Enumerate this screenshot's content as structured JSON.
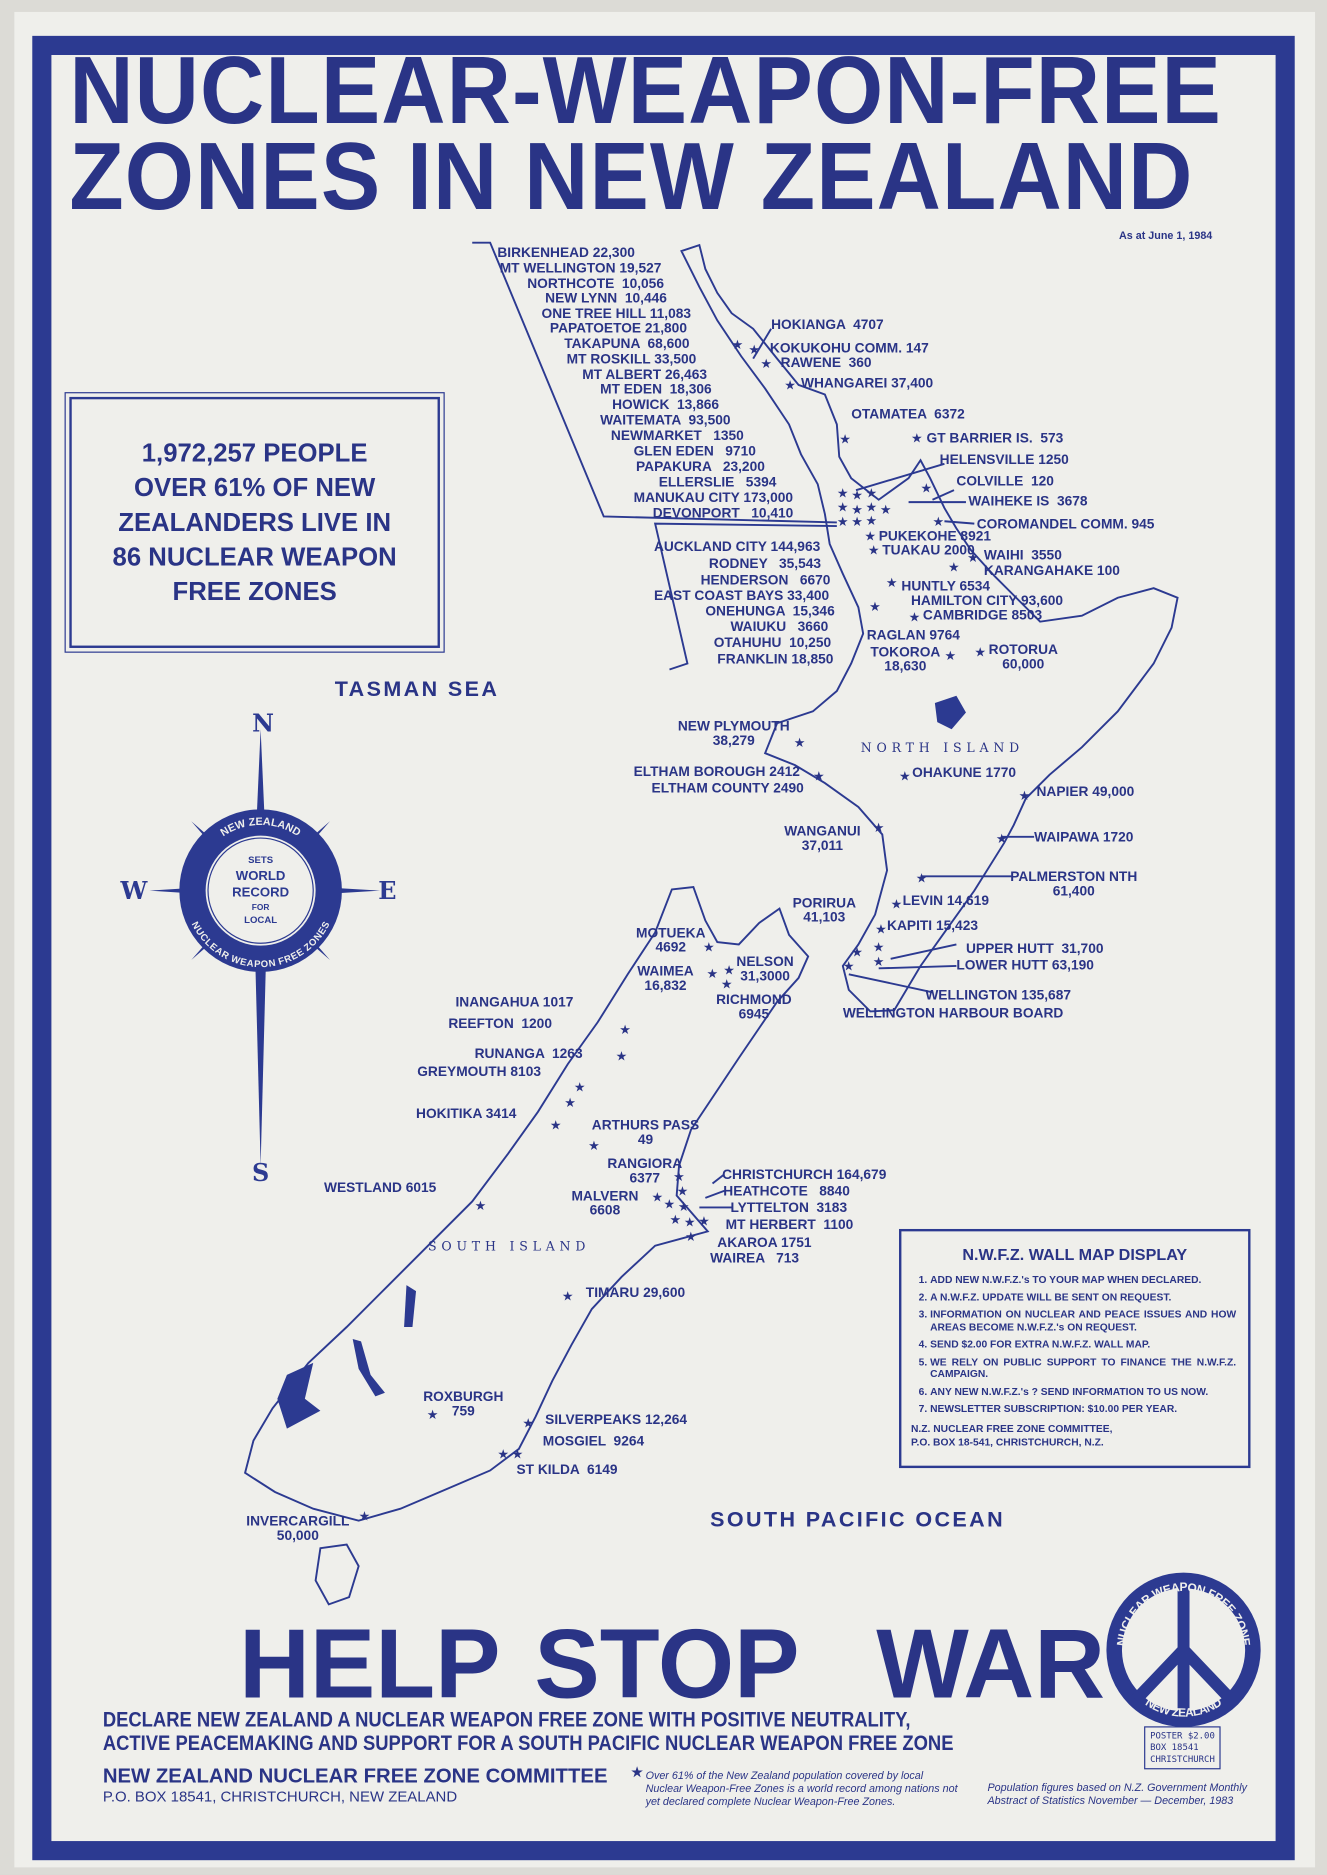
{
  "title": {
    "line1": "NUCLEAR-WEAPON-FREE",
    "line2": "ZONES IN NEW ZEALAND"
  },
  "date": "As at June 1, 1984",
  "stats_box": [
    "1,972,257 PEOPLE",
    "OVER 61% OF NEW",
    "ZEALANDERS LIVE IN",
    "86 NUCLEAR WEAPON",
    "FREE ZONES"
  ],
  "compass": {
    "n": "N",
    "s": "S",
    "e": "E",
    "w": "W",
    "ring_top": "NEW ZEALAND",
    "ring_bottom": "NUCLEAR WEAPON FREE ZONES",
    "center": [
      "SETS",
      "WORLD",
      "RECORD",
      "FOR",
      "LOCAL"
    ]
  },
  "regions": {
    "tasman": "TASMAN SEA",
    "north": "NORTH ISLAND",
    "south": "SOUTH ISLAND",
    "pacific": "SOUTH PACIFIC OCEAN"
  },
  "labels": [
    "BIRKENHEAD 22,300",
    "MT WELLINGTON 19,527",
    "NORTHCOTE  10,056",
    "NEW LYNN  10,446",
    "ONE TREE HILL 11,083",
    "PAPATOETOE 21,800",
    "TAKAPUNA  68,600",
    "MT ROSKILL 33,500",
    "MT ALBERT 26,463",
    "MT EDEN  18,306",
    "HOWICK  13,866",
    "WAITEMATA  93,500",
    "NEWMARKET   1350",
    "GLEN EDEN   9710",
    "PAPAKURA   23,200",
    "ELLERSLIE   5394",
    "MANUKAU CITY 173,000",
    "DEVONPORT   10,410",
    "AUCKLAND CITY 144,963",
    "RODNEY   35,543",
    "HENDERSON   6670",
    "EAST COAST BAYS 33,400",
    "ONEHUNGA  15,346",
    "WAIUKU   3660",
    "OTAHUHU  10,250",
    "FRANKLIN 18,850",
    "HOKIANGA  4707",
    "KOKUKOHU COMM. 147",
    "RAWENE  360",
    "WHANGAREI 37,400",
    "OTAMATEA  6372",
    "GT BARRIER IS.  573",
    "HELENSVILLE 1250",
    "COLVILLE  120",
    "WAIHEKE IS  3678",
    "COROMANDEL COMM. 945",
    "PUKEKOHE 8921",
    "TUAKAU 2000",
    "WAIHI  3550",
    "KARANGAHAKE 100",
    "HUNTLY 6534",
    "HAMILTON CITY 93,600",
    "CAMBRIDGE 8503",
    "RAGLAN 9764",
    "TOKOROA\n18,630",
    "ROTORUA\n60,000",
    "NEW PLYMOUTH\n38,279",
    "ELTHAM BOROUGH 2412",
    "ELTHAM COUNTY 2490",
    "OHAKUNE 1770",
    "NAPIER 49,000",
    "WANGANUI\n37,011",
    "WAIPAWA 1720",
    "PALMERSTON NTH\n61,400",
    "PORIRUA\n41,103",
    "LEVIN 14,619",
    "KAPITI 15,423",
    "UPPER HUTT  31,700",
    "LOWER HUTT 63,190",
    "WELLINGTON 135,687",
    "WELLINGTON HARBOUR BOARD",
    "MOTUEKA\n4692",
    "WAIMEA\n16,832",
    "NELSON\n31,3000",
    "RICHMOND\n6945",
    "INANGAHUA 1017",
    "REEFTON  1200",
    "RUNANGA  1263",
    "GREYMOUTH 8103",
    "HOKITIKA 3414",
    "ARTHURS PASS\n49",
    "RANGIORA\n6377",
    "MALVERN\n6608",
    "WESTLAND 6015",
    "CHRISTCHURCH 164,679",
    "HEATHCOTE   8840",
    "LYTTELTON  3183",
    "MT HERBERT  1100",
    "AKAROA 1751",
    "WAIREA   713",
    "TIMARU 29,600",
    "ROXBURGH\n759",
    "SILVERPEAKS 12,264",
    "MOSGIEL  9264",
    "ST KILDA  6149",
    "INVERCARGILL\n50,000"
  ],
  "wall_map": {
    "title": "N.W.F.Z. WALL MAP DISPLAY",
    "items": [
      "ADD NEW N.W.F.Z.'s TO YOUR MAP WHEN DECLARED.",
      "A N.W.F.Z. UPDATE WILL BE SENT ON REQUEST.",
      "INFORMATION ON NUCLEAR AND PEACE ISSUES AND HOW AREAS BECOME N.W.F.Z.'s ON REQUEST.",
      "SEND $2.00 FOR EXTRA N.W.F.Z. WALL MAP.",
      "WE RELY ON PUBLIC SUPPORT TO FINANCE THE N.W.F.Z. CAMPAIGN.",
      "ANY NEW N.W.F.Z.'s ? SEND INFORMATION TO US NOW.",
      "NEWSLETTER SUBSCRIPTION: $10.00 PER YEAR."
    ],
    "address1": "N.Z. NUCLEAR FREE ZONE COMMITTEE,",
    "address2": "P.O. BOX 18-541, CHRISTCHURCH, N.Z."
  },
  "slogan": {
    "w1": "HELP",
    "w2": "STOP",
    "w3": "WAR"
  },
  "declaration": {
    "line1": "DECLARE NEW ZEALAND A NUCLEAR WEAPON FREE ZONE WITH POSITIVE NEUTRALITY,",
    "line2": "ACTIVE PEACEMAKING AND SUPPORT FOR A SOUTH PACIFIC NUCLEAR WEAPON FREE ZONE"
  },
  "footer": {
    "committee": "NEW ZEALAND NUCLEAR FREE ZONE COMMITTEE",
    "address": "P.O. BOX 18541, CHRISTCHURCH, NEW ZEALAND"
  },
  "footnote": "Over 61% of the New Zealand population covered by local\nNuclear Weapon-Free Zones is a world record among nations not\nyet declared complete Nuclear Weapon-Free Zones.",
  "source_note": "Population figures based on N.Z. Government Monthly\nAbstract of Statistics November — December, 1983",
  "logo": {
    "top": "NUCLEAR WEAPON FREE ZONE",
    "bottom": "NEW ZEALAND"
  },
  "stamp": [
    "POSTER $2.00",
    "BOX 18541",
    "CHRISTCHURCH"
  ],
  "colors": {
    "ink": "#2c3a91",
    "paper": "#efefeb"
  }
}
